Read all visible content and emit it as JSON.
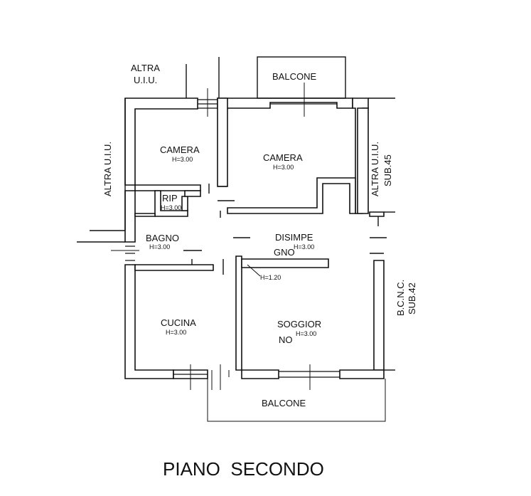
{
  "plan": {
    "title": "PIANO  SECONDO",
    "neighbors": {
      "top_left_line1": "ALTRA",
      "top_left_line2": "U.I.U.",
      "left_vertical": "ALTRA U.I.U.",
      "right_line1": "ALTRA U.I.U.",
      "right_line2": "SUB.45",
      "bottom_right_line1": "B.C.N.C.",
      "bottom_right_line2": "SUB.42"
    },
    "rooms": {
      "balcone_top": "BALCONE",
      "camera_left": {
        "name": "CAMERA",
        "height": "H=3.00"
      },
      "camera_right": {
        "name": "CAMERA",
        "height": "H=3.00"
      },
      "ripostiglio": {
        "name": "RIP",
        "height": "H=3.00"
      },
      "bagno": {
        "name": "BAGNO",
        "height": "H=3.00"
      },
      "disimpegno": {
        "name_line1": "DISIMPE",
        "name_line2": "GNO",
        "height": "H=3.00"
      },
      "cucina": {
        "name": "CUCINA",
        "height": "H=3.00"
      },
      "soggiorno": {
        "name_line1": "SOGGIOR",
        "name_line2": "NO",
        "height": "H=3.00"
      },
      "balcone_bottom": "BALCONE"
    },
    "partition_height": "H=1.20"
  }
}
